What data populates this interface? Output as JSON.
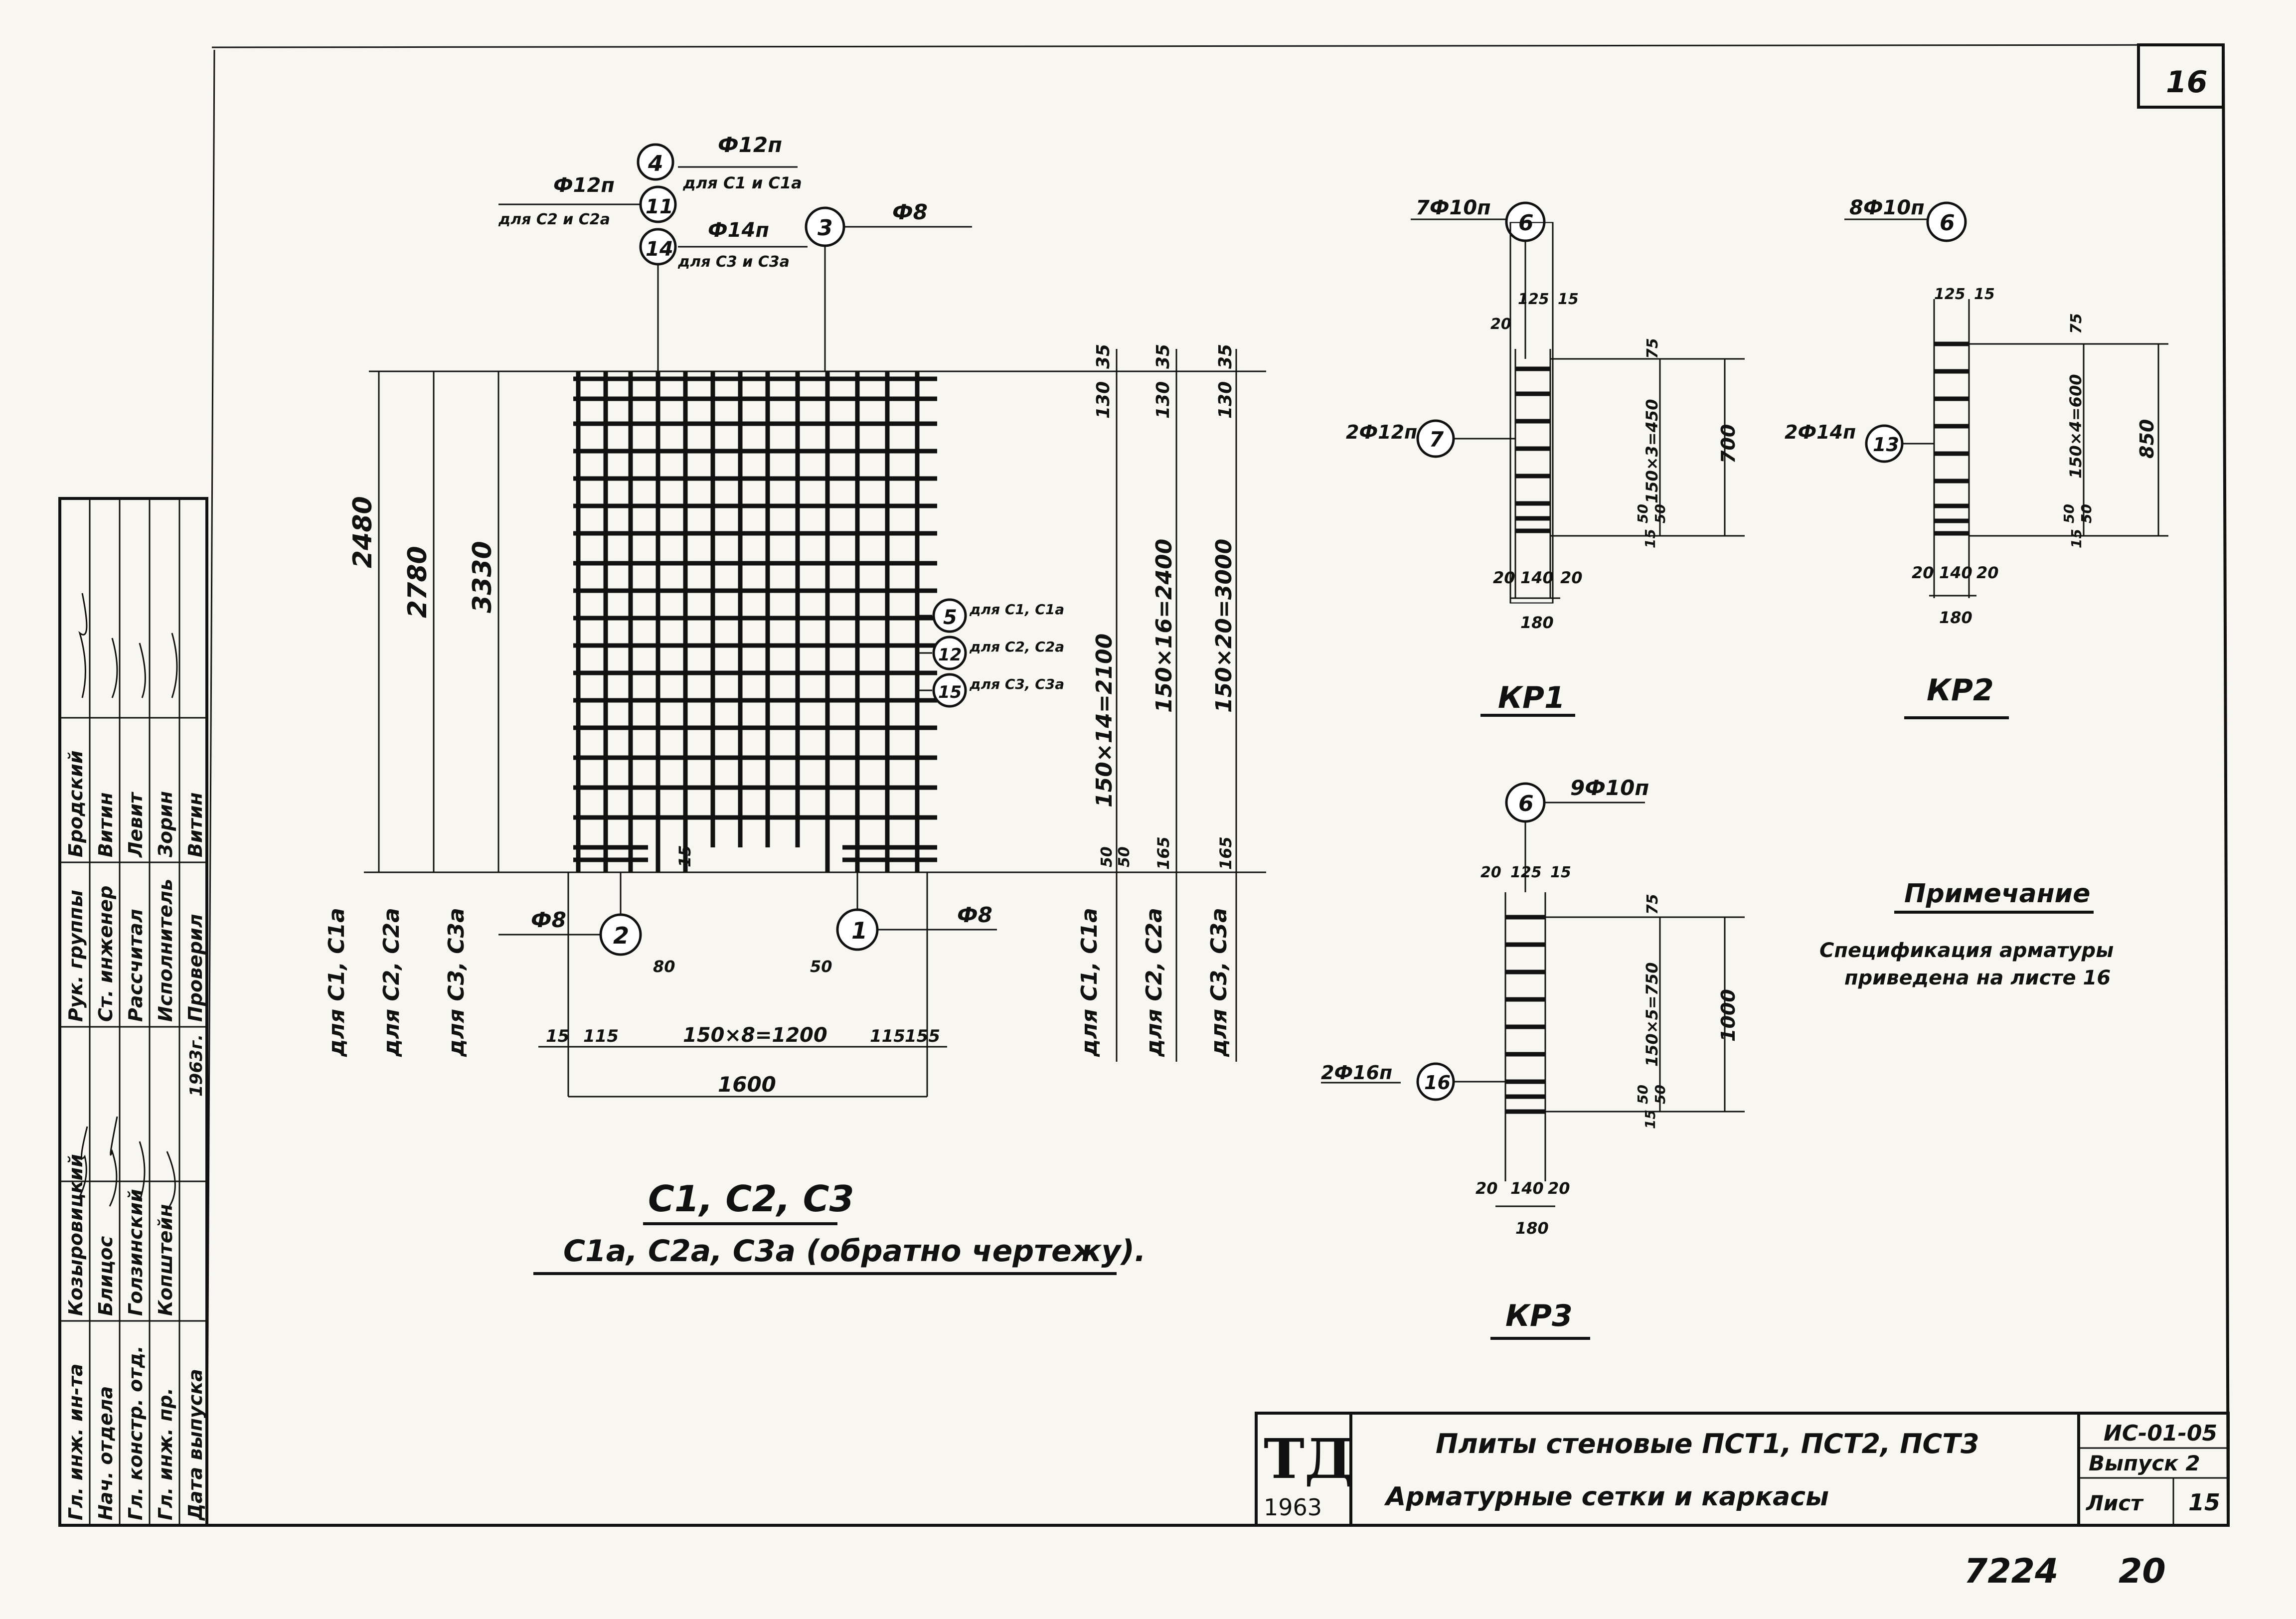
{
  "sheet_number_top": "16",
  "stamp": {
    "logo": "ТД",
    "year": "1963",
    "title_line1": "Плиты стеновые ПСТ1, ПСТ2, ПСТ3",
    "title_line2": "Арматурные сетки и каркасы",
    "series": "ИС-01-05",
    "issue": "Выпуск 2",
    "sheet_label": "Лист",
    "sheet_value": "15"
  },
  "archive_number": "7224",
  "archive_page": "20",
  "approvals": {
    "rows": [
      [
        "Гл. инж. ин-та",
        "Козыровицкий",
        "",
        "Рук. группы",
        "Бродский",
        ""
      ],
      [
        "Нач. отдела",
        "Блицос",
        "",
        "Ст. инженер",
        "Витин",
        ""
      ],
      [
        "Гл. констр. отд.",
        "Голзинский",
        "",
        "Рассчитал",
        "Левит",
        ""
      ],
      [
        "Гл. инж. пр.",
        "Копштейн",
        "",
        "Исполнитель",
        "Зорин",
        ""
      ],
      [
        "Дата выпуска",
        "",
        "1963г.",
        "Проверил",
        "Витин",
        ""
      ]
    ]
  },
  "mesh": {
    "title": "С1, С2, С3",
    "subtitle": "С1а, С2а, С3а (обратно чертежу).",
    "callouts": [
      {
        "num": "4",
        "label": "Ф12п",
        "note": "для С1 и С1а"
      },
      {
        "num": "11",
        "label": "Ф12п",
        "note": "для С2 и С2а"
      },
      {
        "num": "14",
        "label": "Ф14п",
        "note": "для С3 и С3а"
      },
      {
        "num": "3",
        "label": "Ф8",
        "note": ""
      },
      {
        "num": "5",
        "label": "для С1, С1а",
        "note": ""
      },
      {
        "num": "12",
        "label": "для С2, С2а",
        "note": ""
      },
      {
        "num": "15",
        "label": "для С3, С3а",
        "note": ""
      },
      {
        "num": "2",
        "label": "Ф8",
        "note": ""
      },
      {
        "num": "1",
        "label": "Ф8",
        "note": ""
      }
    ],
    "left_dims": [
      "2480",
      "2780",
      "3330"
    ],
    "left_labels": [
      "для С1, С1а",
      "для С2, С2а",
      "для С3, С3а"
    ],
    "right_dims": [
      "150×14=2100",
      "150×16=2400",
      "150×20=3000"
    ],
    "right_labels": [
      "для С1, С1а",
      "для С2, С2а",
      "для С3, С3а"
    ],
    "top_dims": [
      "35",
      "130",
      "35",
      "130",
      "35",
      "130"
    ],
    "bottom_dims": [
      "15",
      "115",
      "150×8=1200",
      "115",
      "155"
    ],
    "overall_width": "1600",
    "small_dims": [
      "80",
      "50",
      "15",
      "50",
      "50",
      "165",
      "165"
    ]
  },
  "frames": [
    {
      "title": "КР1",
      "bars_top": "7Ф10п",
      "bars_top_mark": "6",
      "bars_side": "2Ф12п",
      "bars_side_mark": "7",
      "height": "700",
      "spacing": "150×3=450",
      "top_dims": [
        "20",
        "125",
        "15"
      ],
      "bottom_dims": [
        "20",
        "140",
        "20"
      ],
      "width": "180",
      "misc": [
        "75",
        "50",
        "50",
        "15"
      ]
    },
    {
      "title": "КР2",
      "bars_top": "8Ф10п",
      "bars_top_mark": "6",
      "bars_side": "2Ф14п",
      "bars_side_mark": "13",
      "height": "850",
      "spacing": "150×4=600",
      "top_dims": [
        "125",
        "15"
      ],
      "bottom_dims": [
        "20",
        "140",
        "20"
      ],
      "width": "180",
      "misc": [
        "75",
        "50",
        "50",
        "15"
      ]
    },
    {
      "title": "КР3",
      "bars_top": "9Ф10п",
      "bars_top_mark": "6",
      "bars_side": "2Ф16п",
      "bars_side_mark": "16",
      "height": "1000",
      "spacing": "150×5=750",
      "top_dims": [
        "20",
        "125",
        "15"
      ],
      "bottom_dims": [
        "20",
        "140",
        "20"
      ],
      "width": "180",
      "misc": [
        "75",
        "50",
        "50",
        "15"
      ]
    }
  ],
  "note": {
    "heading": "Примечание",
    "line1": "Спецификация арматуры",
    "line2": "приведена на листе 16"
  }
}
